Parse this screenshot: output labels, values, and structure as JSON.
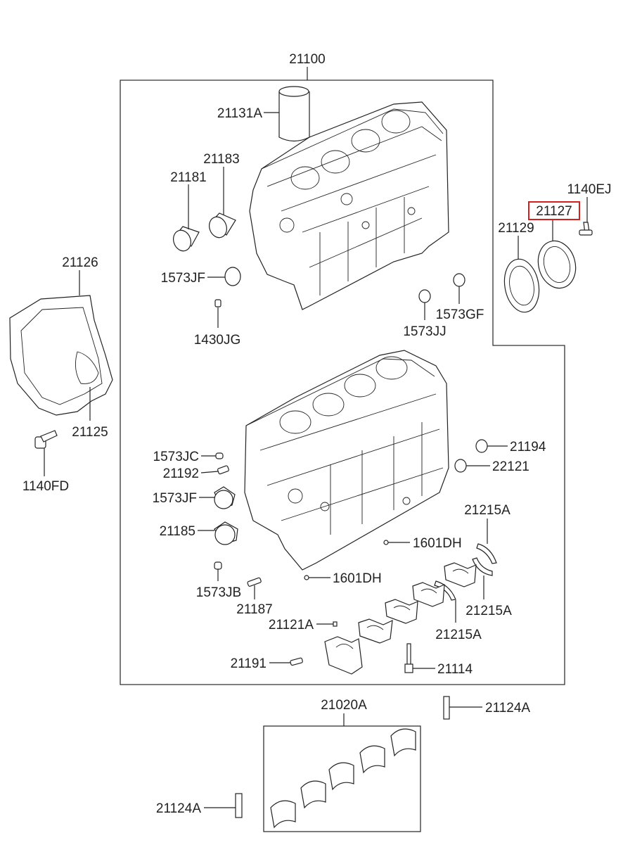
{
  "diagram": {
    "labels": {
      "p21100": "21100",
      "p21131A": "21131A",
      "p21183": "21183",
      "p21181": "21181",
      "p1573JF_top": "1573JF",
      "p1430JG": "1430JG",
      "p1573GF": "1573GF",
      "p1573JJ": "1573JJ",
      "p1140EJ": "1140EJ",
      "p21127": "21127",
      "p21129": "21129",
      "p21126": "21126",
      "p21125": "21125",
      "p1140FD": "1140FD",
      "p1573JC": "1573JC",
      "p21192": "21192",
      "p1573JF_mid": "1573JF",
      "p21185": "21185",
      "p21194": "21194",
      "p22121": "22121",
      "p21215A_1": "21215A",
      "p1601DH_1": "1601DH",
      "p1601DH_2": "1601DH",
      "p21215A_2": "21215A",
      "p21215A_3": "21215A",
      "p1573JB": "1573JB",
      "p21187": "21187",
      "p21121A": "21121A",
      "p21191": "21191",
      "p21114": "21114",
      "p21020A": "21020A",
      "p21124A_1": "21124A",
      "p21124A_2": "21124A"
    },
    "highlight": {
      "part": "21127",
      "color": "#d42020"
    }
  }
}
